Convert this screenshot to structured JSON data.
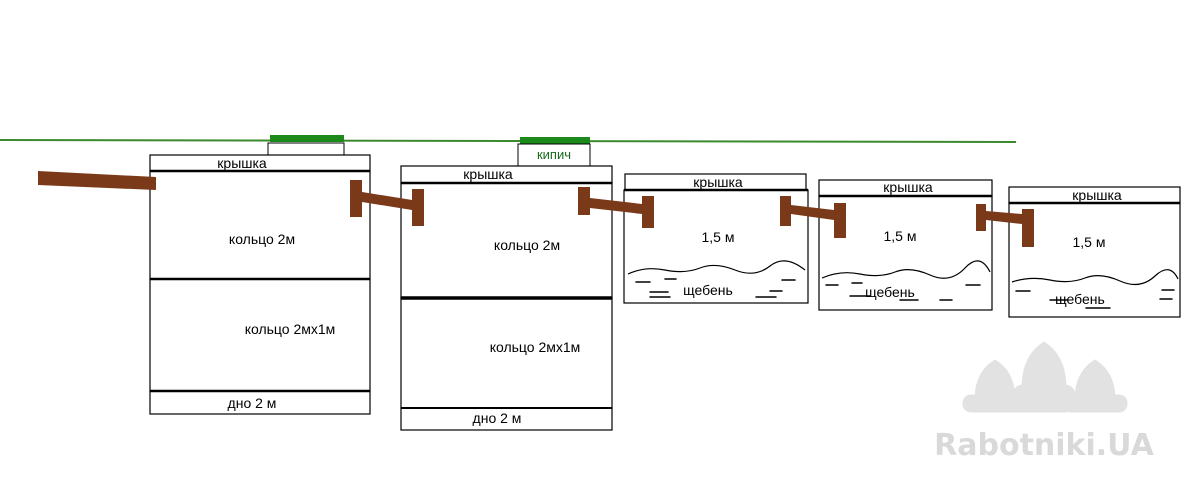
{
  "wells": [
    {
      "lid": "крышка",
      "ring1": "кольцо 2м",
      "ring2": "кольцо 2мх1м",
      "bottom": "дно 2 м"
    },
    {
      "lid": "крышка",
      "ring1": "кольцо 2м",
      "ring2": "кольцо 2мх1м",
      "bottom": "дно 2 м"
    }
  ],
  "brick": "кипич",
  "filters": [
    {
      "lid": "крышка",
      "depth": "1,5 м",
      "gravel": "щебень"
    },
    {
      "lid": "крышка",
      "depth": "1,5 м",
      "gravel": "щебень"
    },
    {
      "lid": "крышка",
      "depth": "1,5 м",
      "gravel": "щебень"
    }
  ],
  "watermark": "Rabotniki.UA",
  "colors": {
    "ground": "#3c8a2e",
    "hatch": "#1b8a1b",
    "pipe": "#7a3a1a",
    "watermark": "#d9d9d9"
  }
}
